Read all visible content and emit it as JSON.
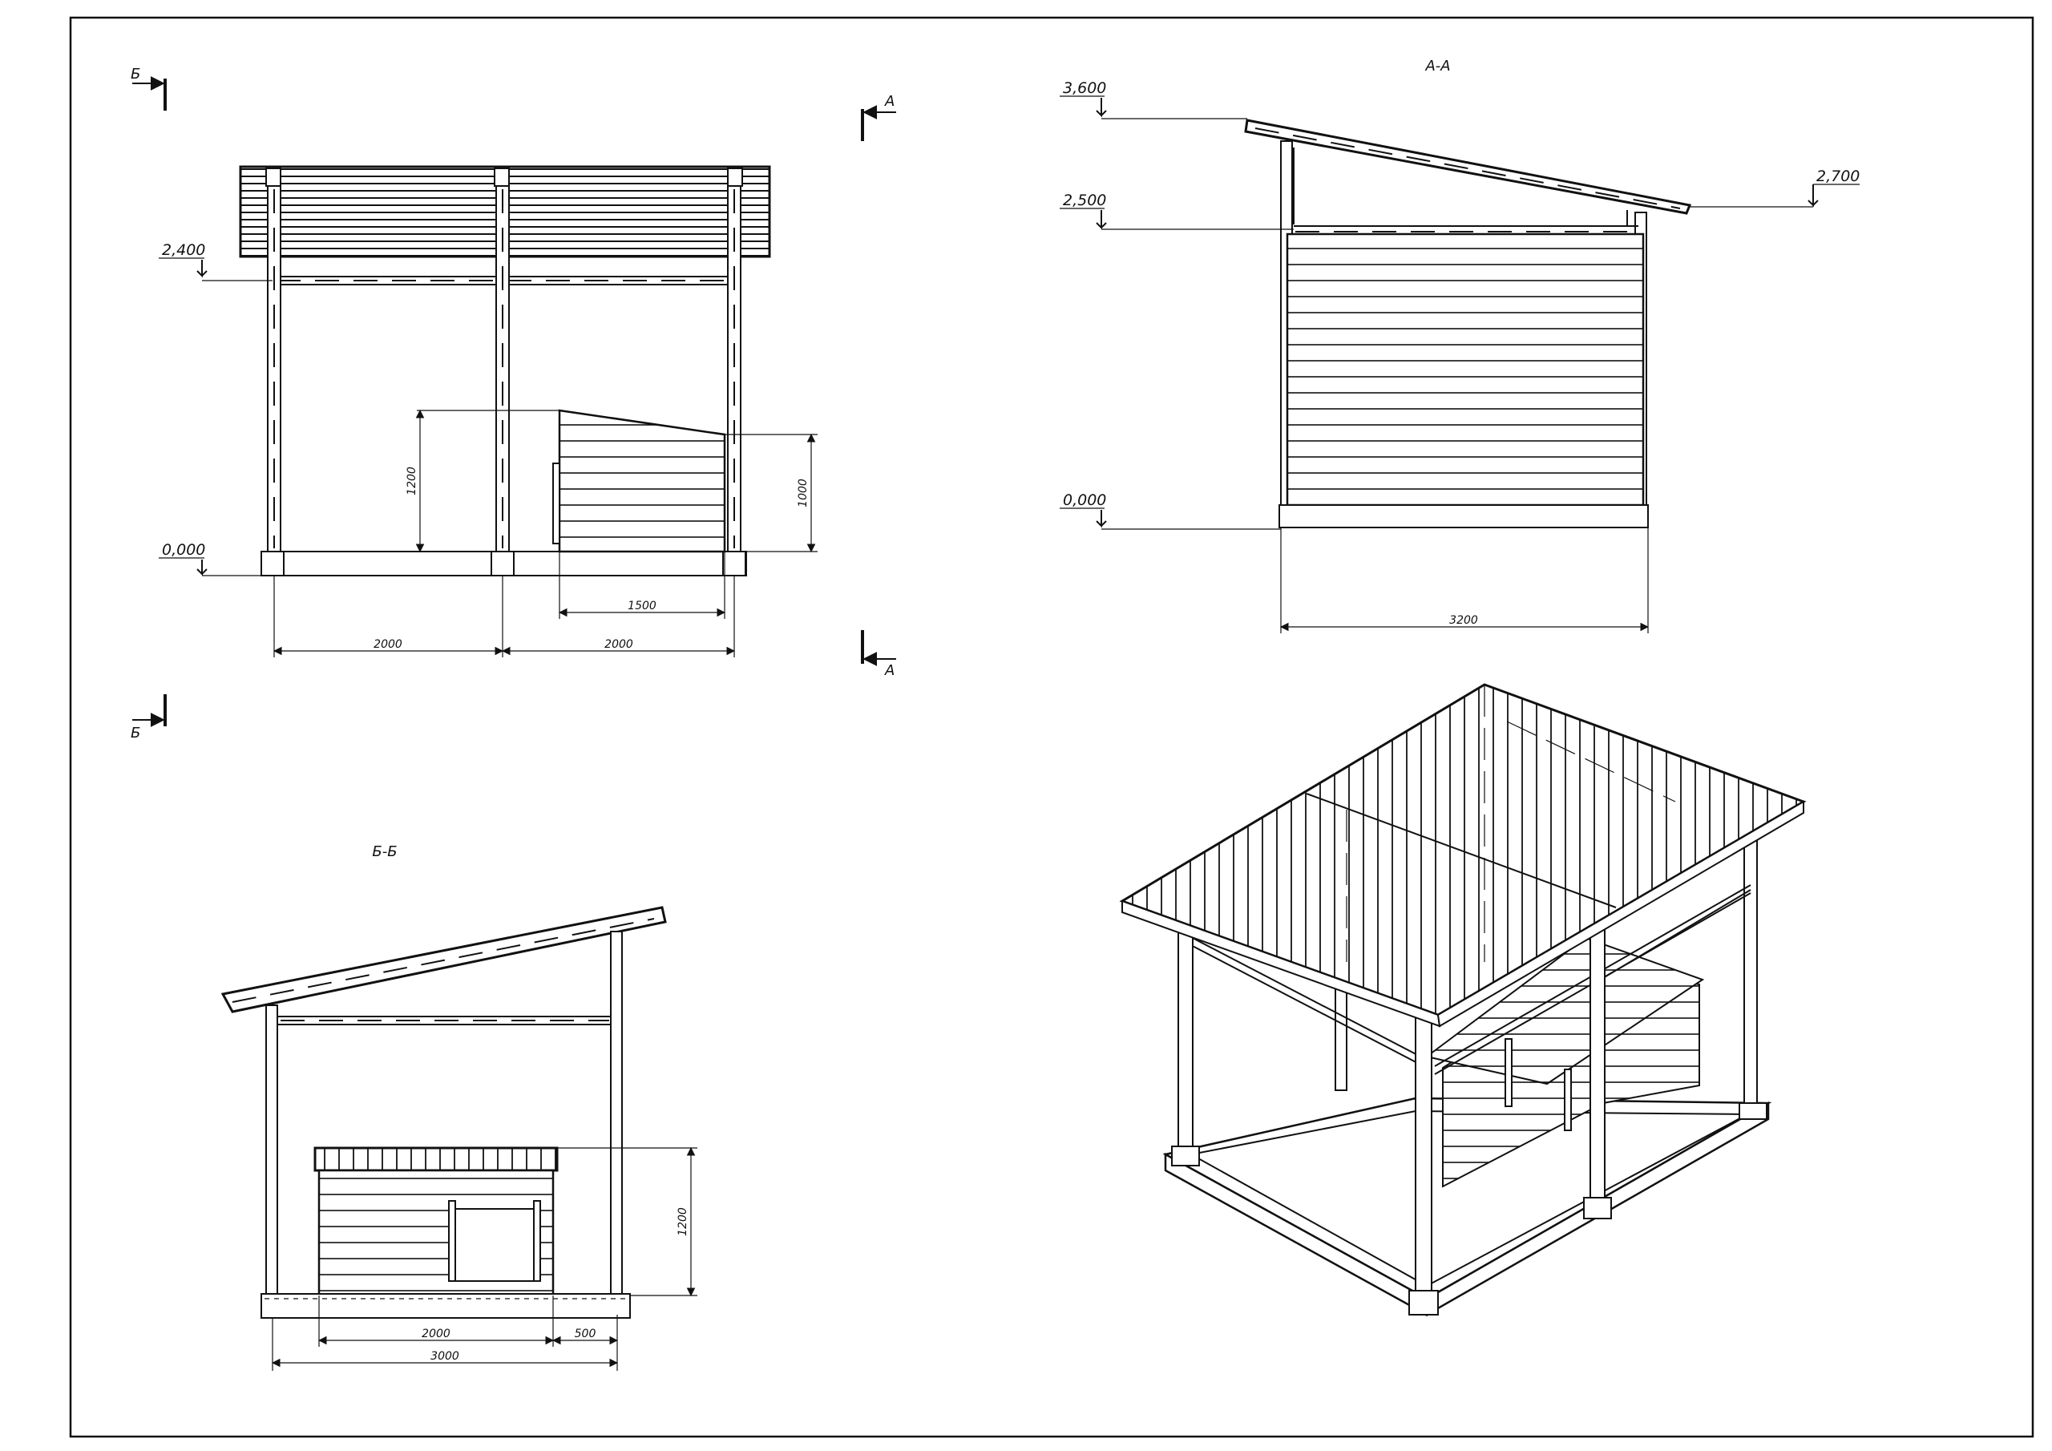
{
  "sheet": {
    "section_markers": {
      "a_top": "А",
      "a_bottom": "А",
      "b_top": "Б",
      "b_bottom": "Б"
    },
    "front_view": {
      "level_top": "2,400",
      "level_zero": "0,000",
      "dim_left": "2000",
      "dim_right": "2000",
      "dim_box_width": "1500",
      "dim_box_height_front": "1000",
      "dim_box_height_back": "1200"
    },
    "section_aa": {
      "title": "А-А",
      "level_top": "3,600",
      "level_eave": "2,700",
      "level_mid": "2,500",
      "level_zero": "0,000",
      "dim_width": "3200"
    },
    "section_bb": {
      "title": "Б-Б",
      "dim_box_height": "1200",
      "dim_box_width": "2000",
      "dim_gap": "500",
      "dim_total": "3000"
    }
  }
}
